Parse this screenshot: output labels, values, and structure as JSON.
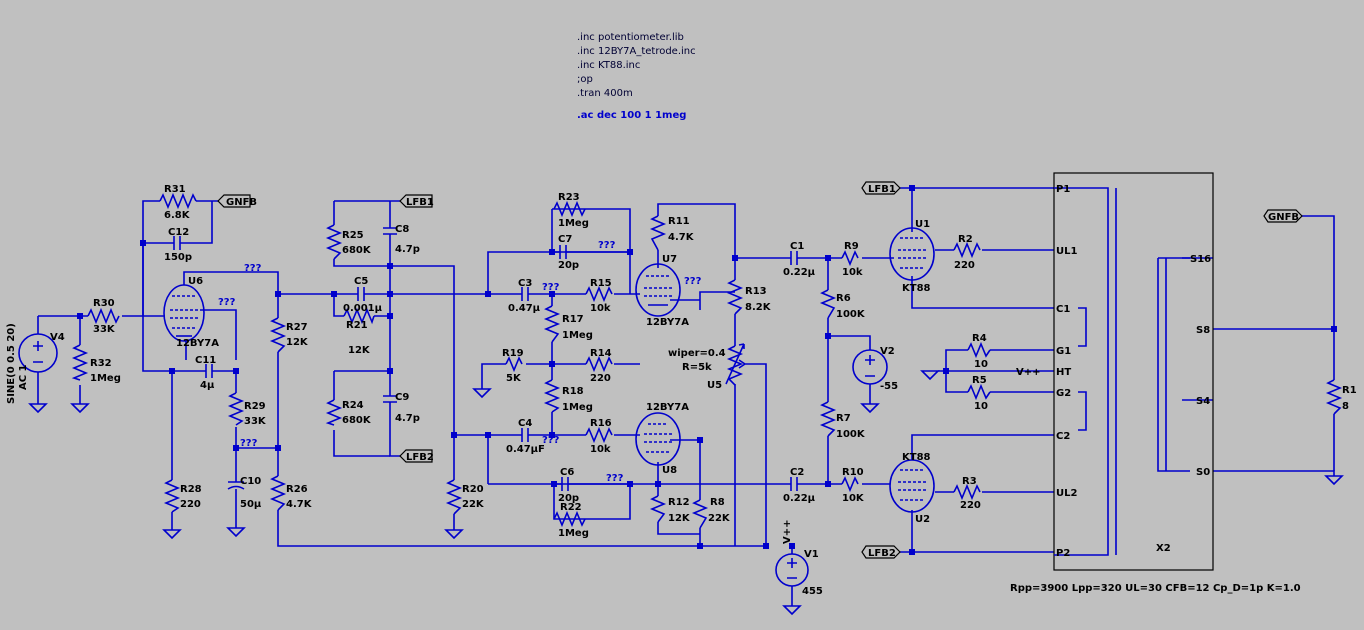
{
  "directives": [
    ".inc potentiometer.lib",
    ".inc 12BY7A_tetrode.inc",
    ".inc KT88.inc",
    ";op",
    ".tran 400m"
  ],
  "ac_directive": ".ac dec 100 1 1meg",
  "unknown": "???",
  "nets": {
    "gnfb": "GNFB",
    "lfb1": "LFB1",
    "lfb2": "LFB2",
    "vpp": "V++"
  },
  "pot": {
    "wiper": "wiper=0.4",
    "r": "R=5k",
    "ref": "U5"
  },
  "tubes": {
    "U1": [
      "U1",
      "KT88"
    ],
    "U2": [
      "KT88",
      "U2"
    ],
    "U6": [
      "U6",
      "12BY7A"
    ],
    "U7": [
      "U7",
      "12BY7A"
    ],
    "U8": [
      "12BY7A",
      "U8"
    ]
  },
  "sources": {
    "V1": [
      "V1",
      "455"
    ],
    "V2": [
      "V2",
      "-55"
    ],
    "V4": [
      "V4",
      "SINE(0 0.5 20)",
      "AC 1"
    ]
  },
  "transformer": {
    "ref": "X2",
    "params": "Rpp=3900 Lpp=320 UL=30 CFB=12 Cp_D=1p K=1.0",
    "pins_left": [
      "P1",
      "UL1",
      "C1",
      "G1",
      "HT",
      "G2",
      "C2",
      "UL2",
      "P2"
    ],
    "pins_right": [
      "S16",
      "S8",
      "S4",
      "S0"
    ]
  },
  "components": [
    {
      "ref": "R31",
      "value": "6.8K"
    },
    {
      "ref": "C12",
      "value": "150p"
    },
    {
      "ref": "R30",
      "value": "33K"
    },
    {
      "ref": "R32",
      "value": "1Meg"
    },
    {
      "ref": "C11",
      "value": "4µ"
    },
    {
      "ref": "R28",
      "value": "220"
    },
    {
      "ref": "R29",
      "value": "33K"
    },
    {
      "ref": "C10",
      "value": "50µ"
    },
    {
      "ref": "R27",
      "value": "12K"
    },
    {
      "ref": "R26",
      "value": "4.7K"
    },
    {
      "ref": "R25",
      "value": "680K"
    },
    {
      "ref": "C8",
      "value": "4.7p"
    },
    {
      "ref": "C5",
      "value": "0.001µ"
    },
    {
      "ref": "R21",
      "value": "12K"
    },
    {
      "ref": "R24",
      "value": "680K"
    },
    {
      "ref": "C9",
      "value": "4.7p"
    },
    {
      "ref": "R20",
      "value": "22K"
    },
    {
      "ref": "R23",
      "value": "1Meg"
    },
    {
      "ref": "C7",
      "value": "20p"
    },
    {
      "ref": "C3",
      "value": "0.47µ"
    },
    {
      "ref": "R15",
      "value": "10k"
    },
    {
      "ref": "R17",
      "value": "1Meg"
    },
    {
      "ref": "R19",
      "value": "5K"
    },
    {
      "ref": "R14",
      "value": "220"
    },
    {
      "ref": "R18",
      "value": "1Meg"
    },
    {
      "ref": "C4",
      "value": "0.47µF"
    },
    {
      "ref": "R16",
      "value": "10k"
    },
    {
      "ref": "C6",
      "value": "20p"
    },
    {
      "ref": "R22",
      "value": "1Meg"
    },
    {
      "ref": "R11",
      "value": "4.7K"
    },
    {
      "ref": "R12",
      "value": "12K"
    },
    {
      "ref": "R8",
      "value": "22K"
    },
    {
      "ref": "R13",
      "value": "8.2K"
    },
    {
      "ref": "C1",
      "value": "0.22µ"
    },
    {
      "ref": "R9",
      "value": "10k"
    },
    {
      "ref": "R6",
      "value": "100K"
    },
    {
      "ref": "R7",
      "value": "100K"
    },
    {
      "ref": "C2",
      "value": "0.22µ"
    },
    {
      "ref": "R10",
      "value": "10K"
    },
    {
      "ref": "R2",
      "value": "220"
    },
    {
      "ref": "R3",
      "value": "220"
    },
    {
      "ref": "R4",
      "value": "10"
    },
    {
      "ref": "R5",
      "value": "10"
    },
    {
      "ref": "R1",
      "value": "8"
    }
  ]
}
